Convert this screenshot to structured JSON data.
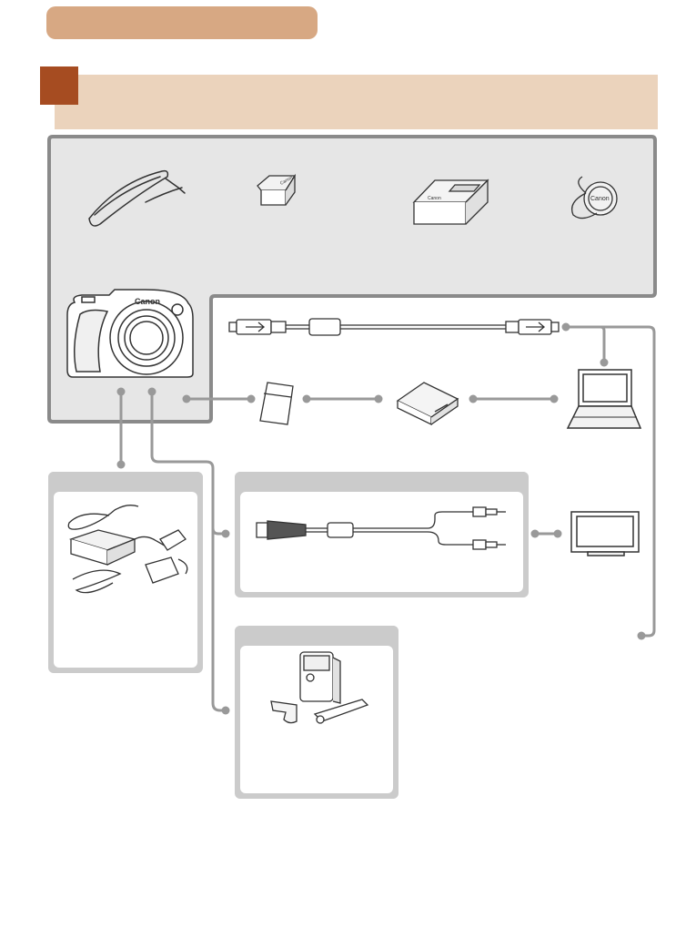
{
  "header": {
    "section_pill": "",
    "section_title": ""
  },
  "brand_logo": "Canon",
  "colors": {
    "pill": "#d7a883",
    "title_band": "#ebd3bc",
    "marker_square": "#a64c21",
    "frame": "#8a8a8a",
    "frame_fill": "#e6e6e6",
    "connector": "#999999"
  },
  "items": [
    {
      "id": "wrist-strap",
      "icon": "strap-icon"
    },
    {
      "id": "battery-pack",
      "icon": "battery-icon"
    },
    {
      "id": "battery-charger",
      "icon": "charger-icon"
    },
    {
      "id": "lens-cap",
      "icon": "lens-cap-icon"
    },
    {
      "id": "camera",
      "icon": "camera-icon"
    },
    {
      "id": "usb-cable",
      "icon": "usb-cable-icon"
    },
    {
      "id": "memory-card",
      "icon": "memory-card-icon"
    },
    {
      "id": "card-reader",
      "icon": "card-reader-icon"
    },
    {
      "id": "computer",
      "icon": "laptop-icon"
    },
    {
      "id": "power-kit",
      "icon": "ac-adapter-icon"
    },
    {
      "id": "av-cable",
      "icon": "av-cable-icon"
    },
    {
      "id": "tv",
      "icon": "tv-icon"
    },
    {
      "id": "flash",
      "icon": "flash-icon"
    }
  ]
}
